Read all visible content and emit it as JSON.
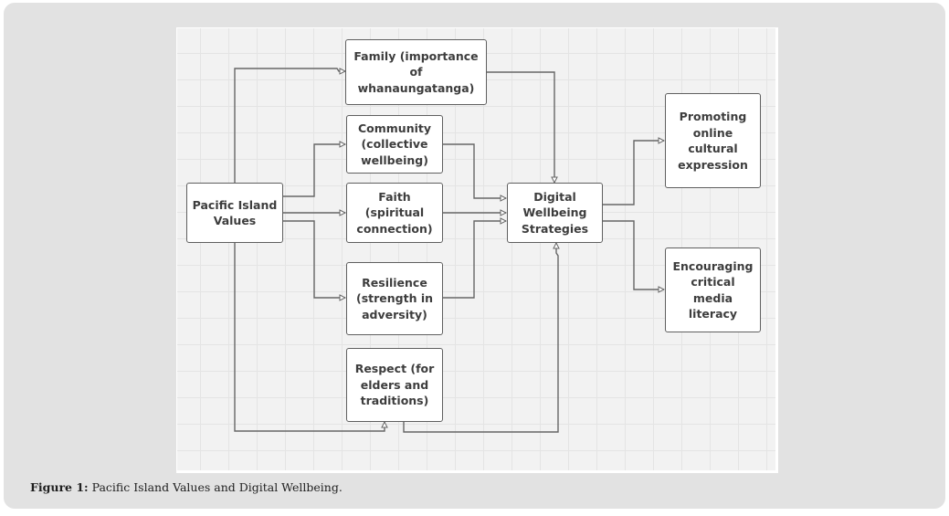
{
  "figure": {
    "caption_label": "Figure 1:",
    "caption_text": " Pacific Island Values and Digital Wellbeing.",
    "colors": {
      "card_bg": "#e2e2e2",
      "canvas_bg": "#f2f2f2",
      "node_border": "#5f5f5f",
      "node_text": "#3d3d3d",
      "connector": "#666666"
    }
  },
  "diagram": {
    "nodes": {
      "pacific": "Pacific Island\nValues",
      "family": "Family (importance\nof\nwhanaungatanga)",
      "community": "Community\n(collective\nwellbeing)",
      "faith": "Faith\n(spiritual\nconnection)",
      "resilience": "Resilience\n(strength in\nadversity)",
      "respect": "Respect (for\nelders and\ntraditions)",
      "digital": "Digital\nWellbeing\nStrategies",
      "promoting": "Promoting\nonline\ncultural\nexpression",
      "encouraging": "Encouraging\ncritical\nmedia\nliteracy"
    },
    "edges": [
      {
        "from": "pacific",
        "to": "family"
      },
      {
        "from": "pacific",
        "to": "community"
      },
      {
        "from": "pacific",
        "to": "faith"
      },
      {
        "from": "pacific",
        "to": "resilience"
      },
      {
        "from": "pacific",
        "to": "respect"
      },
      {
        "from": "family",
        "to": "digital"
      },
      {
        "from": "community",
        "to": "digital"
      },
      {
        "from": "faith",
        "to": "digital"
      },
      {
        "from": "resilience",
        "to": "digital"
      },
      {
        "from": "respect",
        "to": "digital"
      },
      {
        "from": "digital",
        "to": "promoting"
      },
      {
        "from": "digital",
        "to": "encouraging"
      }
    ]
  }
}
